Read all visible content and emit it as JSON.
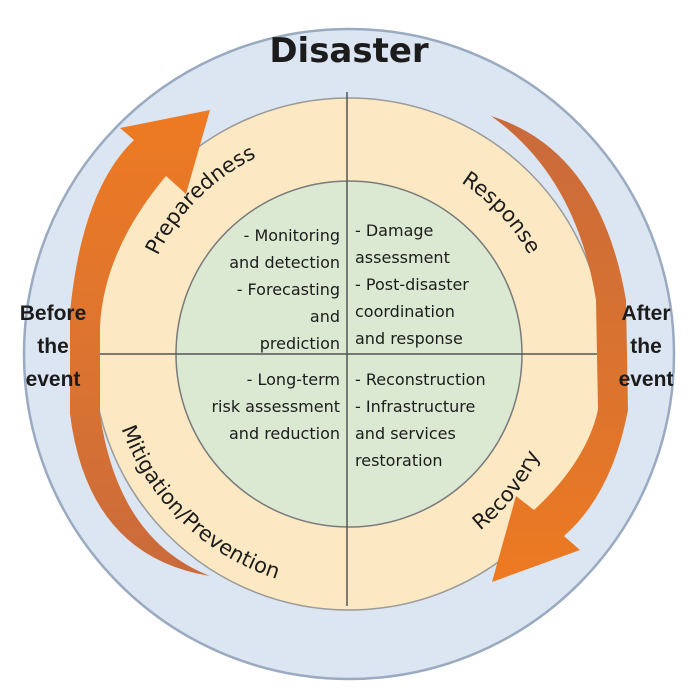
{
  "title": "Disaster",
  "before": {
    "line1": "Before",
    "line2": "the",
    "line3": "event"
  },
  "after": {
    "line1": "After",
    "line2": "the",
    "line3": "event"
  },
  "phases": {
    "preparedness": "Preparedness",
    "response": "Response",
    "recovery": "Recovery",
    "mitigation": "Mitigation/Prevention"
  },
  "quadrants": {
    "top_left": [
      "- Monitoring",
      "and detection",
      "- Forecasting",
      "and",
      "prediction"
    ],
    "top_right": [
      "- Damage",
      "assessment",
      "- Post-disaster",
      "coordination",
      "and response"
    ],
    "bottom_left": [
      "- Long-term",
      "risk assessment",
      "and reduction"
    ],
    "bottom_right": [
      "- Reconstruction",
      "- Infrastructure",
      "and services",
      "restoration"
    ]
  },
  "colors": {
    "outer_ring": "#dce6f2",
    "middle_ring": "#fce9c4",
    "inner_circle": "#dbe9d3",
    "arrow": "#e8732a"
  }
}
